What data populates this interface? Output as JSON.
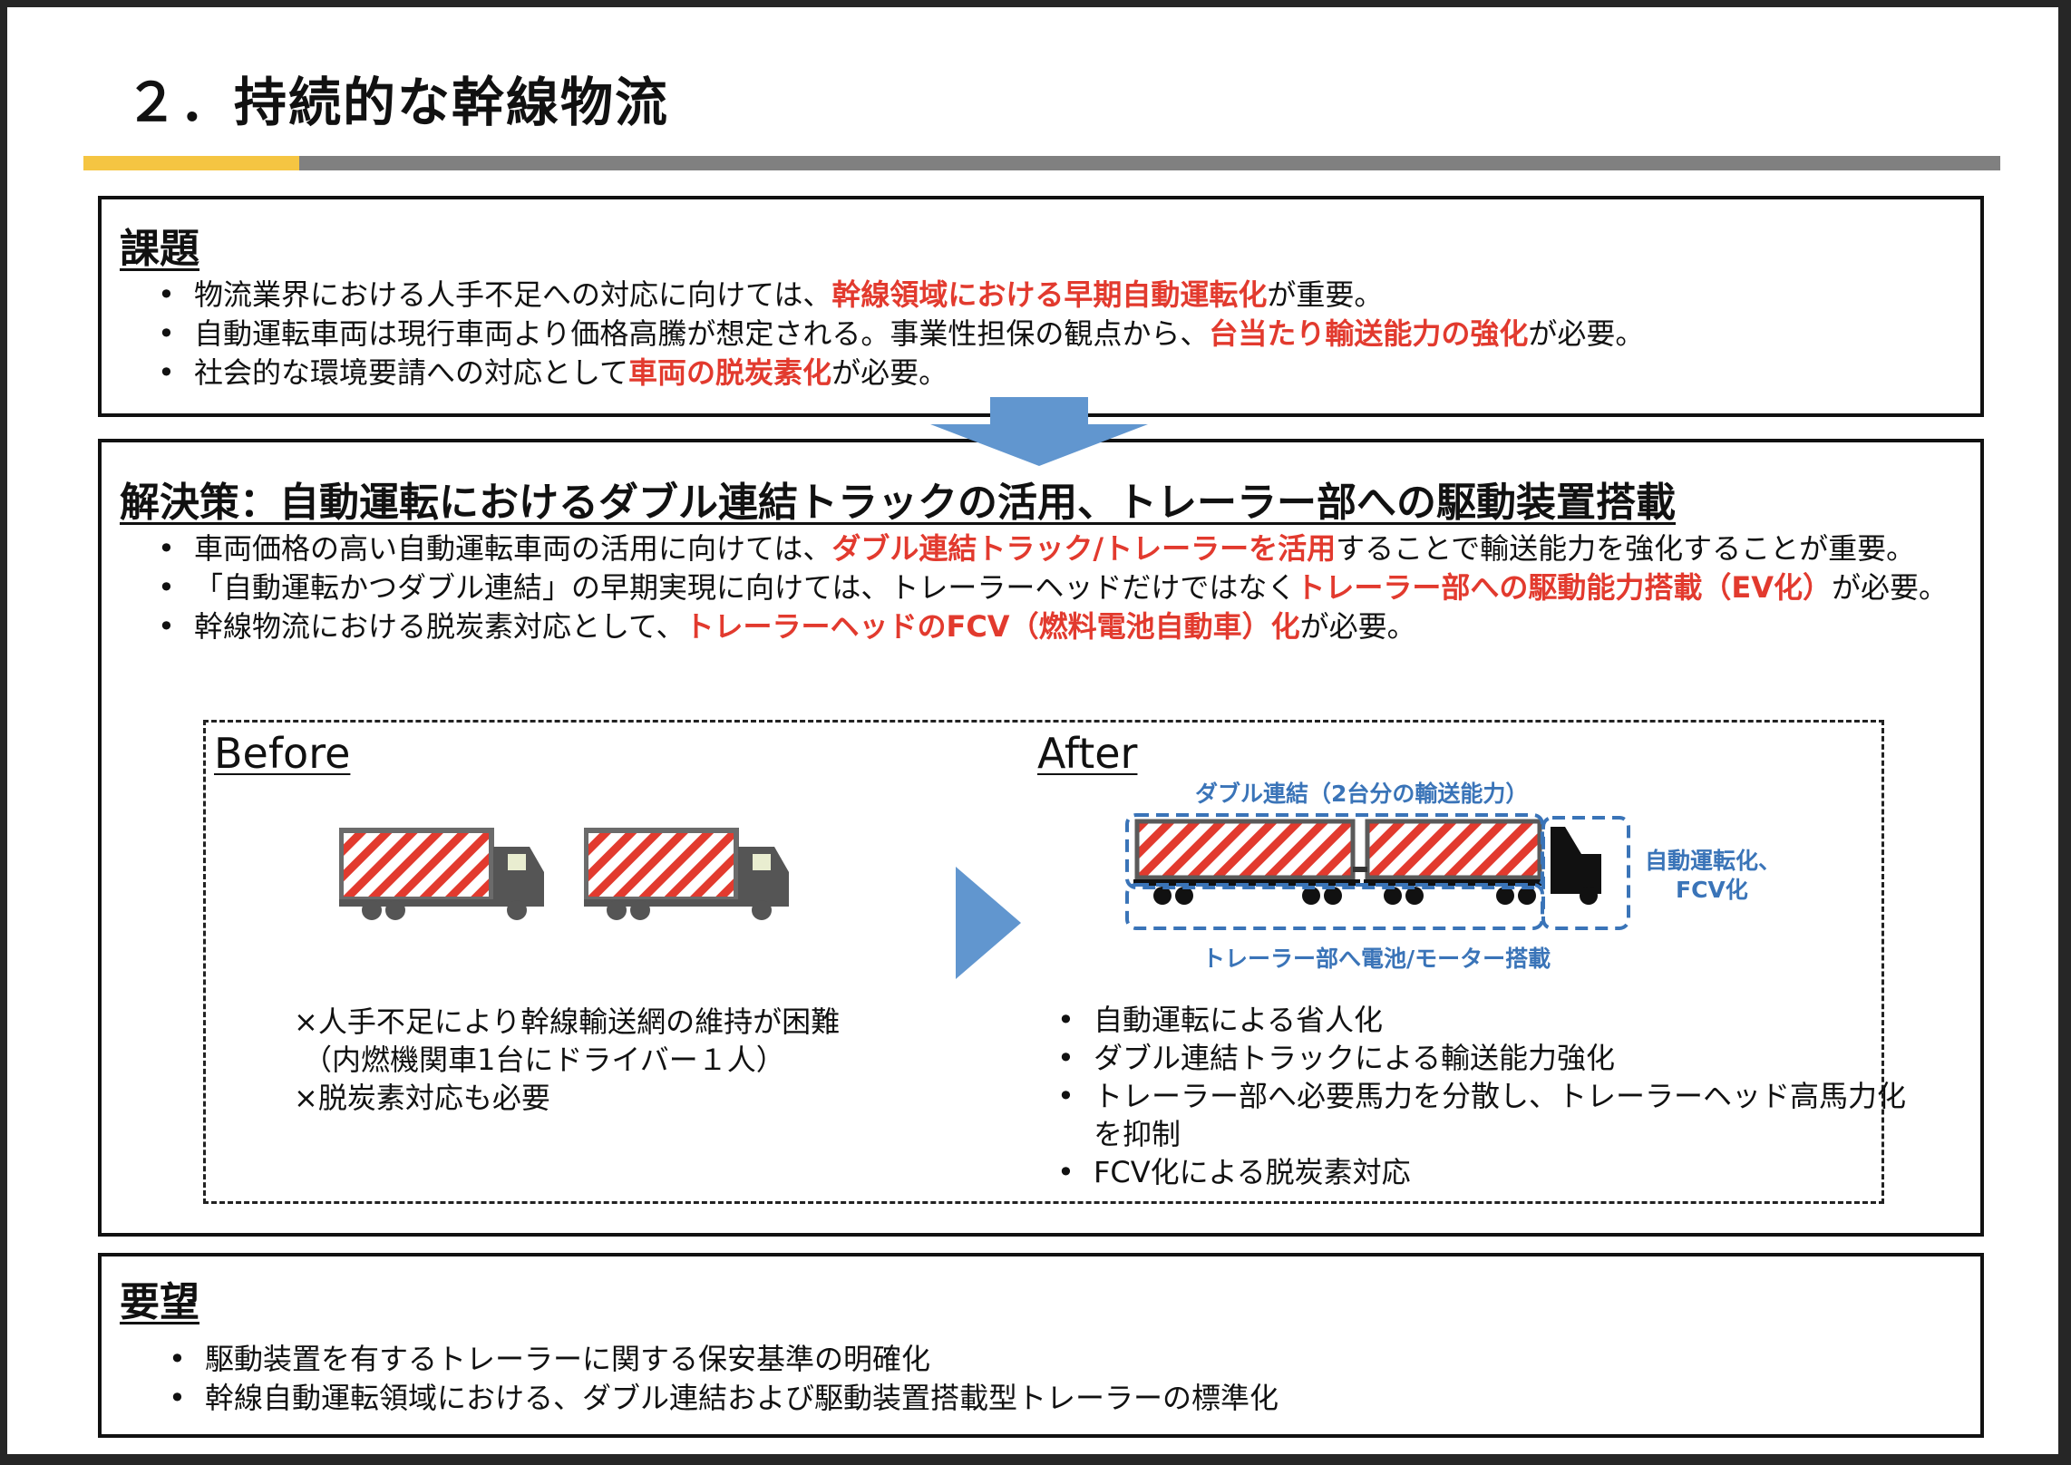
{
  "title": "２．持続的な幹線物流",
  "issue": {
    "heading": "課題",
    "bullets": [
      {
        "a": "物流業界における人手不足への対応に向けては、",
        "hl": "幹線領域における早期自動運転化",
        "b": "が重要。"
      },
      {
        "a": "自動運転車両は現行車両より価格高騰が想定される。事業性担保の観点から、",
        "hl": "台当たり輸送能力の強化",
        "b": "が必要。"
      },
      {
        "a": "社会的な環境要請への対応として",
        "hl": "車両の脱炭素化",
        "b": "が必要。"
      }
    ]
  },
  "solution": {
    "heading": "解決策：自動運転におけるダブル連結トラックの活用、トレーラー部への駆動装置搭載",
    "bullets": [
      {
        "a": "車両価格の高い自動運転車両の活用に向けては、",
        "hl": "ダブル連結トラック/トレーラーを活用",
        "b": "することで輸送能力を強化することが重要。"
      },
      {
        "a": "「自動運転かつダブル連結」の早期実現に向けては、トレーラーヘッドだけではなく",
        "hl": "トレーラー部への駆動能力搭載（EV化）",
        "b": "が必要。"
      },
      {
        "a": "幹線物流における脱炭素対応として、",
        "hl": "トレーラーヘッドのFCV（燃料電池自動車）化",
        "b": "が必要。"
      }
    ],
    "before": {
      "label": "Before",
      "notes": [
        "×人手不足により幹線輸送網の維持が困難",
        "（内燃機関車1台にドライバー１人）",
        "×脱炭素対応も必要"
      ]
    },
    "after": {
      "label": "After",
      "label_double": "ダブル連結（2台分の輸送能力）",
      "label_auto_1": "自動運転化、",
      "label_auto_2": "FCV化",
      "label_trailer": "トレーラー部へ電池/モーター搭載",
      "bullets": [
        "自動運転による省人化",
        "ダブル連結トラックによる輸送能力強化",
        "トレーラー部へ必要馬力を分散し、トレーラーヘッド高馬力化",
        "FCV化による脱炭素対応"
      ],
      "bullet3_cont": "を抑制"
    }
  },
  "request": {
    "heading": "要望",
    "bullets": [
      "駆動装置を有するトレーラーに関する保安基準の明確化",
      "幹線自動運転領域における、ダブル連結および駆動装置搭載型トレーラーの標準化"
    ]
  },
  "colors": {
    "accent_red": "#e23a2e",
    "accent_blue": "#3a74b8",
    "arrow_blue": "#6196cf",
    "bar_yellow": "#f5c542",
    "bar_gray": "#808080"
  }
}
